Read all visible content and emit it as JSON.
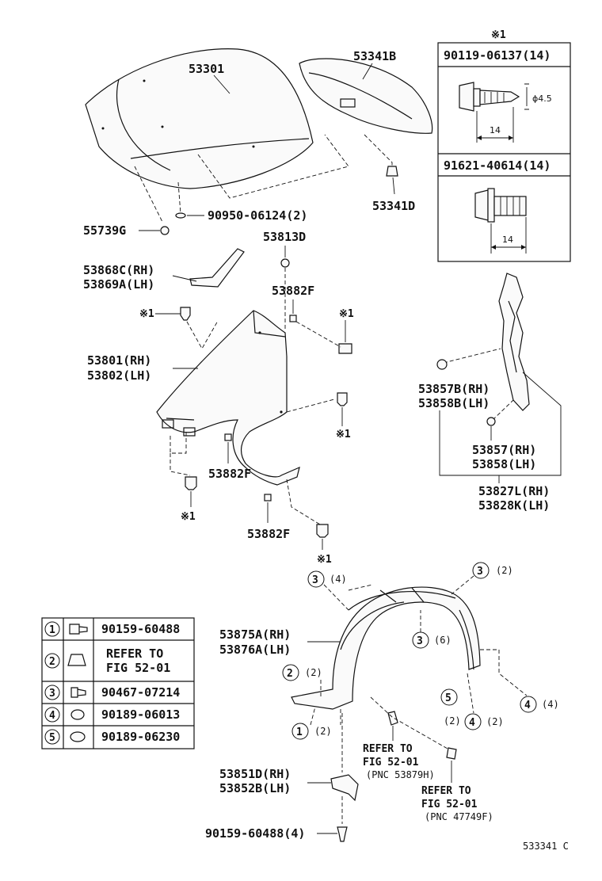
{
  "labels": {
    "hood": "53301",
    "hood_seal": "53341B",
    "hood_clip": "53341D",
    "grommet": "90950-06124(2)",
    "bumper_stop": "55739G",
    "stud": "53813D",
    "trim_rh": "53868C(RH)",
    "trim_lh": "53869A(LH)",
    "clip_f1": "53882F",
    "fender_rh": "53801(RH)",
    "fender_lh": "53802(LH)",
    "clip_f2": "53882F",
    "clip_f3": "53882F",
    "seal_rh": "53857B(RH)",
    "seal_lh": "53858B(LH)",
    "seal2_rh": "53857(RH)",
    "seal2_lh": "53858(LH)",
    "bracket_rh": "53827L(RH)",
    "bracket_lh": "53828K(LH)",
    "liner_rh": "53875A(RH)",
    "liner_lh": "53876A(LH)",
    "shield_rh": "53851D(RH)",
    "shield_lh": "53852B(LH)",
    "bottom_bolt": "90159-60488(4)",
    "note_star": "※1",
    "ref1_line1": "REFER TO",
    "ref1_line2": "FIG 52-01",
    "ref1_line3": "(PNC 53879H)",
    "ref2_line1": "REFER TO",
    "ref2_line2": "FIG 52-01",
    "ref2_line3": "(PNC 47749F)",
    "callout_3a": "3",
    "callout_3a_qty": "(4)",
    "callout_3b": "3",
    "callout_3b_qty": "(2)",
    "callout_3c": "3",
    "callout_3c_qty": "(6)",
    "callout_2": "2",
    "callout_2_qty": "(2)",
    "callout_1": "1",
    "callout_1_qty": "(2)",
    "callout_5": "5",
    "callout_5_qty": "(2)",
    "callout_4a": "4",
    "callout_4a_qty": "(2)",
    "callout_4b": "4",
    "callout_4b_qty": "(4)",
    "figure_code": "533341 C"
  },
  "spec_box": {
    "header": "※1",
    "bolt1": "90119-06137(14)",
    "bolt1_diameter": "ϕ4.5",
    "bolt1_length": "14",
    "bolt2": "91621-40614(14)",
    "bolt2_length": "14"
  },
  "legend": [
    {
      "num": "1",
      "part": "90159-60488"
    },
    {
      "num": "2",
      "part_line1": "REFER TO",
      "part_line2": "FIG 52-01"
    },
    {
      "num": "3",
      "part": "90467-07214"
    },
    {
      "num": "4",
      "part": "90189-06013"
    },
    {
      "num": "5",
      "part": "90189-06230"
    }
  ]
}
